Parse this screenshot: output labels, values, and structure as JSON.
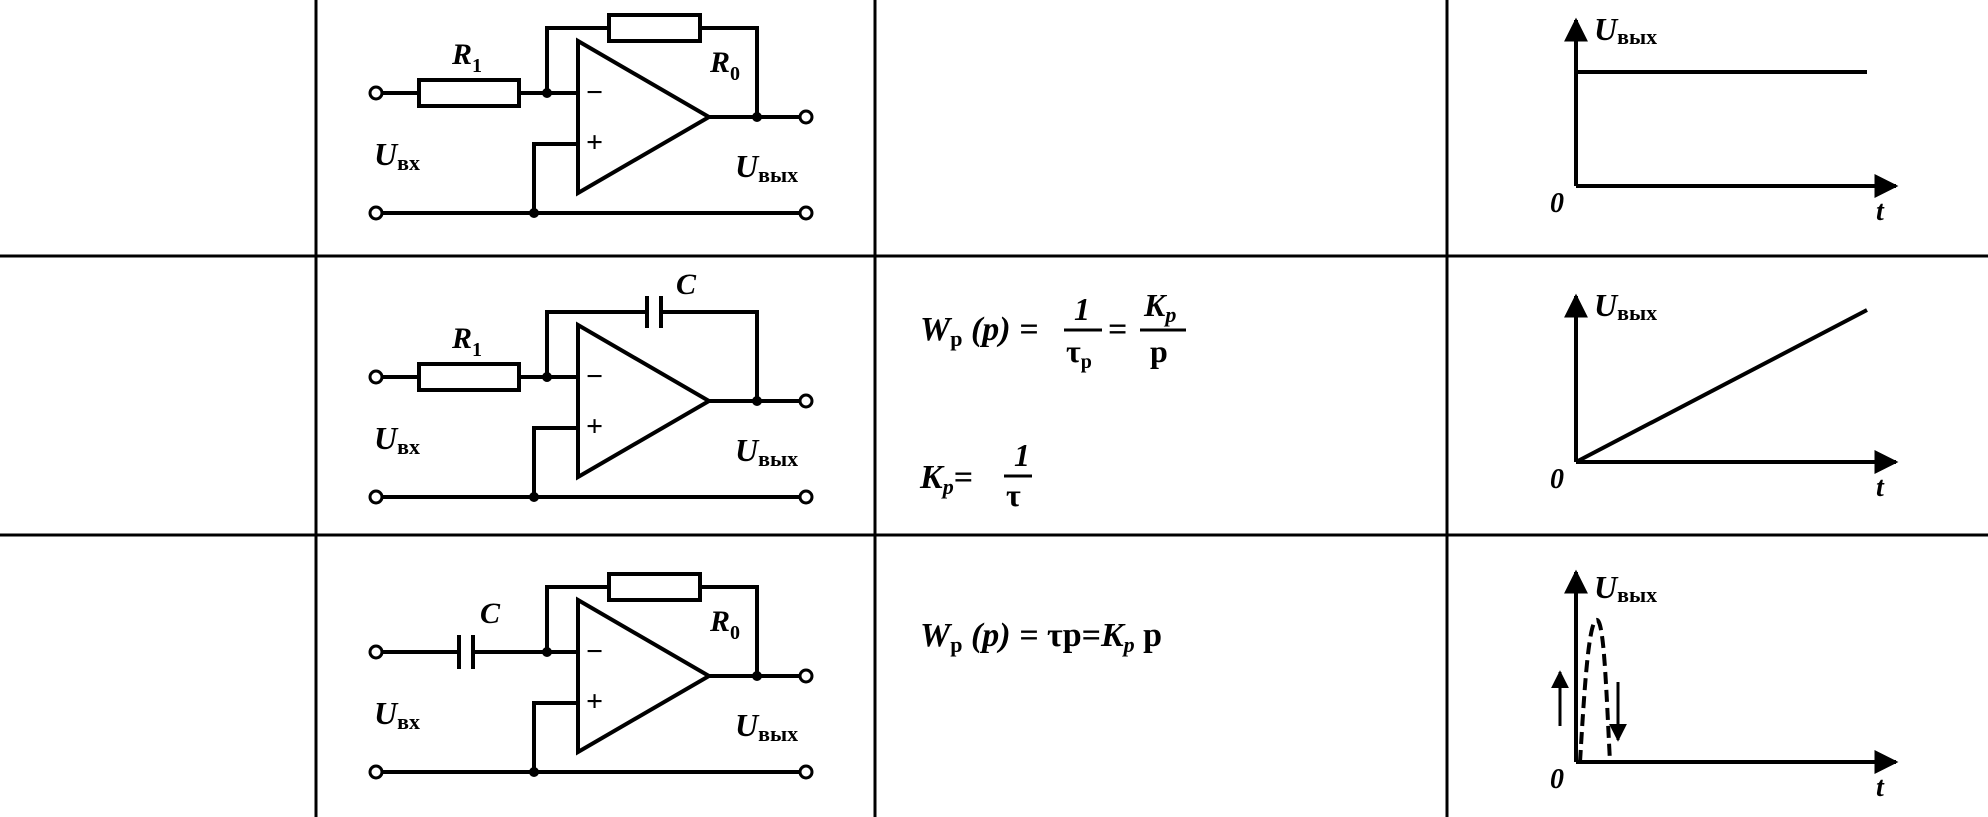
{
  "circuits": [
    {
      "id": "proportional",
      "input_component": "R",
      "input_label": "R",
      "input_label_sub": "1",
      "feedback_component": "R",
      "feedback_label": "R",
      "feedback_label_sub": "0",
      "minus": "−",
      "plus": "+",
      "u_in": "U",
      "u_in_sub": "вх",
      "u_out": "U",
      "u_out_sub": "вых"
    },
    {
      "id": "integrator",
      "input_component": "R",
      "input_label": "R",
      "input_label_sub": "1",
      "feedback_component": "C",
      "feedback_label": "C",
      "feedback_label_sub": "",
      "minus": "−",
      "plus": "+",
      "u_in": "U",
      "u_in_sub": "вх",
      "u_out": "U",
      "u_out_sub": "вых"
    },
    {
      "id": "differentiator",
      "input_component": "C",
      "input_label": "C",
      "input_label_sub": "",
      "feedback_component": "R",
      "feedback_label": "R",
      "feedback_label_sub": "0",
      "minus": "−",
      "plus": "+",
      "u_in": "U",
      "u_in_sub": "вх",
      "u_out": "U",
      "u_out_sub": "вых"
    }
  ],
  "formulas": {
    "row2": {
      "W": "W",
      "W_sub": "р",
      "arg": " (p) = ",
      "frac1_num": "1",
      "frac1_den": "τ",
      "frac1_den_sub": "р",
      "eq": "=",
      "frac2_num": "K",
      "frac2_num_sub": "p",
      "frac2_den": "p",
      "K": "K",
      "K_sub": "p",
      "K_eq": "=",
      "K_num": "1",
      "K_den": "τ"
    },
    "row3": {
      "W": "W",
      "W_sub": "р",
      "arg": " (p) = ",
      "tau_p": "τp",
      "eq": "=",
      "K": "K",
      "K_sub": "p",
      "p": " p"
    }
  },
  "graphs": [
    {
      "type": "step",
      "y_label": "U",
      "y_label_sub": "вых",
      "x_label": "t",
      "origin": "0"
    },
    {
      "type": "ramp",
      "y_label": "U",
      "y_label_sub": "вых",
      "x_label": "t",
      "origin": "0"
    },
    {
      "type": "impulse",
      "y_label": "U",
      "y_label_sub": "вых",
      "x_label": "t",
      "origin": "0"
    }
  ]
}
